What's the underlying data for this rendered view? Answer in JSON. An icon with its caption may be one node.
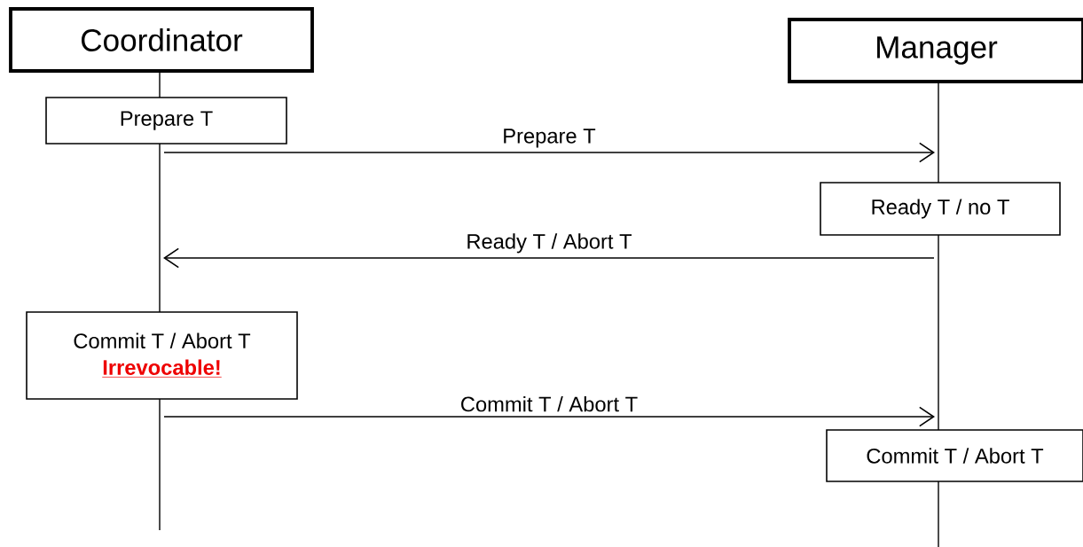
{
  "diagram": {
    "nodes": [
      {
        "text": [
          "Coordinator"
        ]
      },
      {
        "text": [
          "Manager"
        ]
      },
      {
        "text": [],
        "shape": "bar"
      },
      {
        "text": [],
        "shape": "bar"
      },
      {
        "text": [
          "Prepare T"
        ]
      },
      {
        "text": [
          "Ready T / no T"
        ]
      },
      {
        "text": [
          "Commit T / Abort T",
          "Irrevocable!"
        ]
      },
      {
        "text": [
          "Commit T / Abort T"
        ]
      }
    ],
    "edges": [
      {
        "from": 2,
        "to": 3,
        "arrow": "to",
        "label": "Prepare T"
      },
      {
        "from": 3,
        "to": 2,
        "arrow": "to",
        "label": "Ready T / Abort T"
      },
      {
        "from": 2,
        "to": 3,
        "arrow": "to",
        "label": "Commit T / Abort T"
      }
    ]
  }
}
